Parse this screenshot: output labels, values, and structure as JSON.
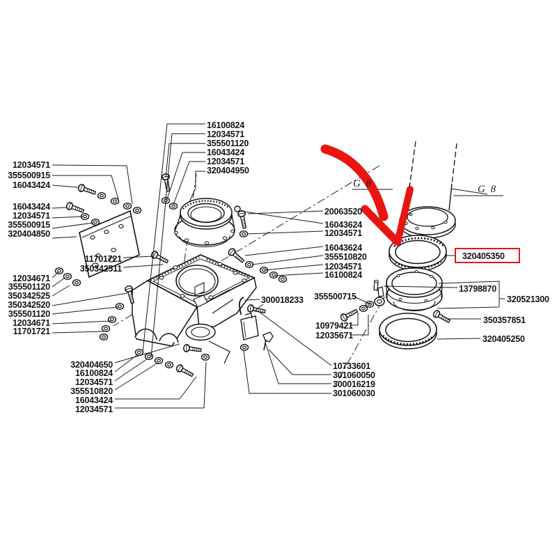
{
  "g8": {
    "left": "G 8",
    "right": "G 8"
  },
  "highlight": {
    "part": "320405350",
    "color": "#e81510"
  },
  "labels": {
    "left_a": [
      "12034571",
      "355500915",
      "16043424"
    ],
    "left_b": [
      "16043424",
      "12034571",
      "355500915",
      "320404850"
    ],
    "left_c": [
      "11701721",
      "350342511"
    ],
    "left_d": [
      "12034671",
      "355501120",
      "350342525",
      "350342520",
      "355501120",
      "12034671",
      "11701721"
    ],
    "bottom_left": [
      "320404650",
      "16100824",
      "12034571",
      "355510820",
      "16043424",
      "12034571"
    ],
    "top_center": [
      "16100824",
      "12034571",
      "355501120",
      "16043424",
      "12034571",
      "320404950"
    ],
    "center": [
      "300018233",
      "355500715",
      "10979421",
      "12035671"
    ],
    "right_mid": [
      "20063520",
      "16043624",
      "12034571",
      "16043624",
      "355510820",
      "12034571",
      "16100824"
    ],
    "bottom_center": [
      "10733601",
      "301060050",
      "300016219",
      "301060030"
    ],
    "far_right": [
      "13798870",
      "320521300",
      "350357851",
      "320405250"
    ]
  }
}
